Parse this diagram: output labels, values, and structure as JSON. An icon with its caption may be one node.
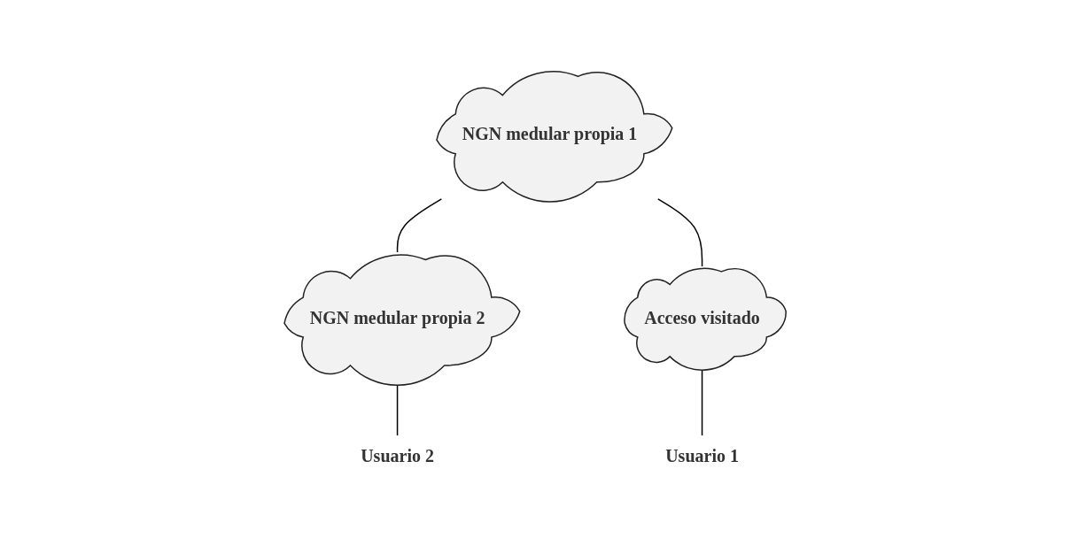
{
  "diagram": {
    "nodes": [
      {
        "text": [
          "NGN medular propia 1"
        ]
      },
      {
        "text": [
          "NGN medular propia 2"
        ]
      },
      {
        "text": [
          "Acceso visitado"
        ]
      },
      {
        "text": [
          "Usuario 1"
        ]
      },
      {
        "text": [
          "Usuario 2"
        ]
      }
    ],
    "edges": [
      {
        "from": 0,
        "to": 1,
        "arrow": "none"
      },
      {
        "from": 0,
        "to": 2,
        "arrow": "none"
      },
      {
        "from": 2,
        "to": 3,
        "arrow": "none"
      },
      {
        "from": 1,
        "to": 4,
        "arrow": "none"
      }
    ]
  }
}
